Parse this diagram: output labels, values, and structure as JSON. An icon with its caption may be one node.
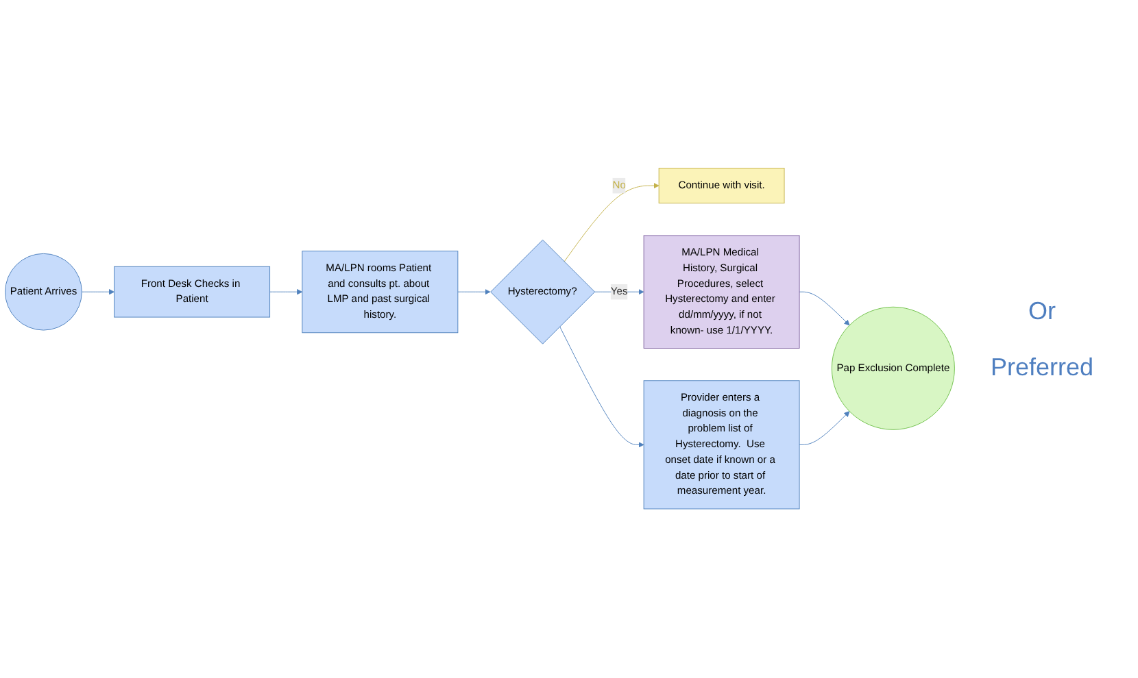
{
  "diagram": {
    "nodes": [
      {
        "text": [
          "Patient Arrives"
        ]
      },
      {
        "text": [
          "Front Desk Checks in Patient"
        ]
      },
      {
        "text": [
          "MA/LPN rooms Patient and consults pt. about LMP and past surgical history."
        ]
      },
      {
        "text": [
          "Hysterectomy?"
        ]
      },
      {
        "text": [
          "Continue with visit."
        ]
      },
      {
        "text": [
          "MA/LPN Medical History, Surgical Procedures, select Hysterectomy and enter dd/mm/yyyy, if not known- use 1/1/YYYY."
        ]
      },
      {
        "text": [
          "Provider enters a diagnosis on the problem list of Hysterectomy.  Use onset date if known or a date prior to start of measurement year."
        ]
      },
      {
        "text": [
          "Pap Exclusion Complete"
        ]
      }
    ],
    "edges": [
      {
        "from": 0,
        "to": 1,
        "arrow": "to"
      },
      {
        "from": 1,
        "to": 2,
        "arrow": "to"
      },
      {
        "from": 2,
        "to": 3,
        "arrow": "to"
      },
      {
        "from": 3,
        "to": 4,
        "arrow": "to",
        "label": "No",
        "color": "#c4b24a"
      },
      {
        "from": 3,
        "to": 5,
        "arrow": "to",
        "label": "Yes"
      },
      {
        "from": 3,
        "to": 6,
        "arrow": "to"
      },
      {
        "from": 5,
        "to": 7,
        "arrow": "to"
      },
      {
        "from": 6,
        "to": 7,
        "arrow": "to"
      }
    ],
    "labels": [
      "Or",
      "Preferred"
    ]
  }
}
